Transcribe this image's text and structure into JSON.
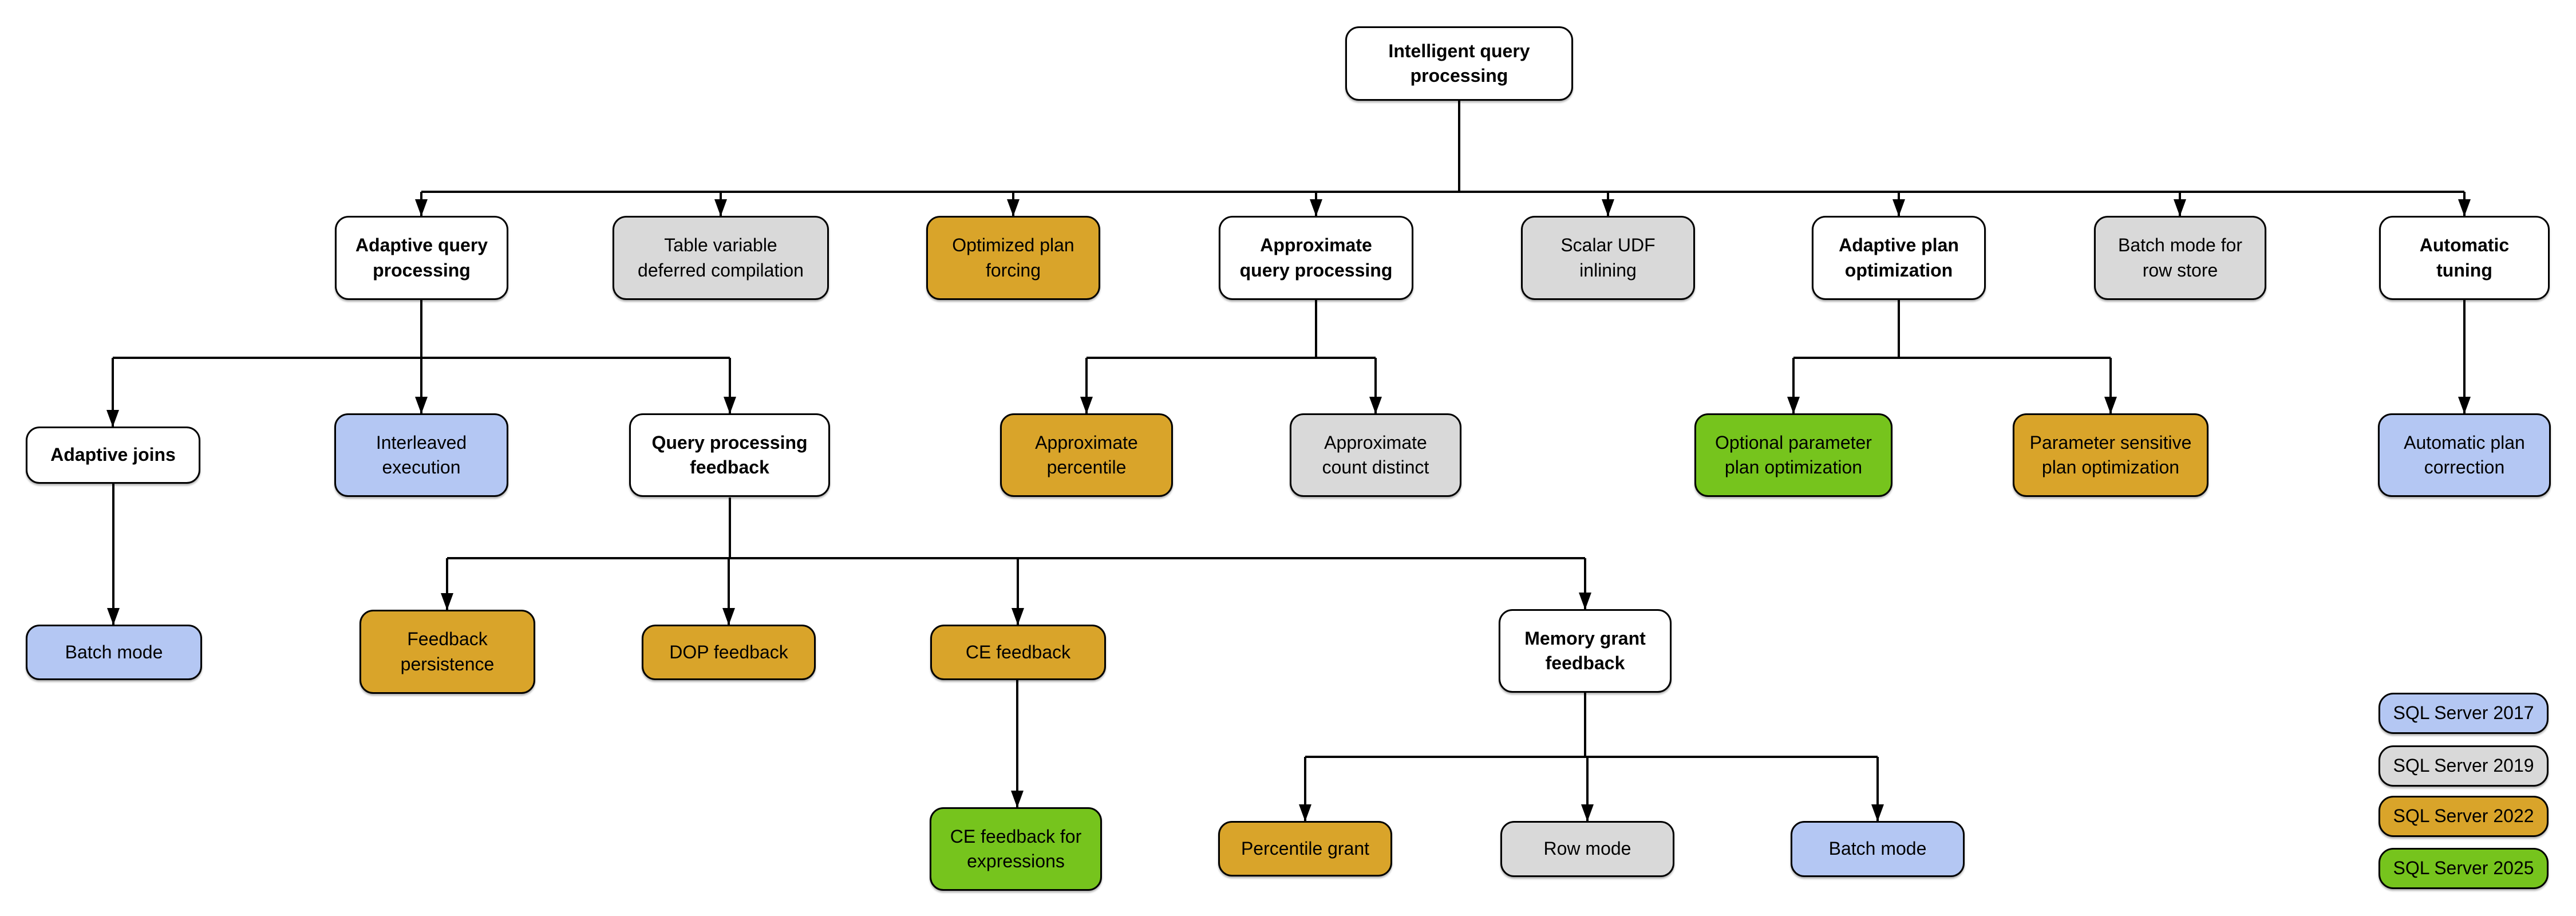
{
  "colors": {
    "plain": "#FFFFFF",
    "sql2017": "#B4C7F3",
    "sql2019": "#D9D9D9",
    "sql2022": "#D9A42A",
    "sql2025": "#76C41D",
    "border": "#000000",
    "connector": "#000000"
  },
  "nodes": {
    "root": {
      "label": "Intelligent query\nprocessing",
      "version": "plain"
    },
    "adaptive_query_processing": {
      "label": "Adaptive query\nprocessing",
      "version": "plain"
    },
    "table_variable_deferred_compilation": {
      "label": "Table variable\ndeferred compilation",
      "version": "sql2019"
    },
    "optimized_plan_forcing": {
      "label": "Optimized plan\nforcing",
      "version": "sql2022"
    },
    "approximate_query_processing": {
      "label": "Approximate\nquery processing",
      "version": "plain"
    },
    "scalar_udf_inlining": {
      "label": "Scalar UDF\ninlining",
      "version": "sql2019"
    },
    "adaptive_plan_optimization": {
      "label": "Adaptive plan\noptimization",
      "version": "plain"
    },
    "batch_mode_for_row_store": {
      "label": "Batch mode for\nrow store",
      "version": "sql2019"
    },
    "automatic_tuning": {
      "label": "Automatic\ntuning",
      "version": "plain"
    },
    "adaptive_joins": {
      "label": "Adaptive joins",
      "version": "plain"
    },
    "interleaved_execution": {
      "label": "Interleaved\nexecution",
      "version": "sql2017"
    },
    "query_processing_feedback": {
      "label": "Query processing\nfeedback",
      "version": "plain"
    },
    "approximate_percentile": {
      "label": "Approximate\npercentile",
      "version": "sql2022"
    },
    "approximate_count_distinct": {
      "label": "Approximate\ncount distinct",
      "version": "sql2019"
    },
    "optional_parameter_plan_optimization": {
      "label": "Optional parameter\nplan optimization",
      "version": "sql2025"
    },
    "parameter_sensitive_plan_optimization": {
      "label": "Parameter sensitive\nplan optimization",
      "version": "sql2022"
    },
    "automatic_plan_correction": {
      "label": "Automatic plan\ncorrection",
      "version": "sql2017"
    },
    "batch_mode_adaptive_joins": {
      "label": "Batch mode",
      "version": "sql2017"
    },
    "feedback_persistence": {
      "label": "Feedback\npersistence",
      "version": "sql2022"
    },
    "dop_feedback": {
      "label": "DOP feedback",
      "version": "sql2022"
    },
    "ce_feedback": {
      "label": "CE feedback",
      "version": "sql2022"
    },
    "memory_grant_feedback": {
      "label": "Memory grant\nfeedback",
      "version": "plain"
    },
    "ce_feedback_for_expressions": {
      "label": "CE feedback for\nexpressions",
      "version": "sql2025"
    },
    "percentile_grant": {
      "label": "Percentile grant",
      "version": "sql2022"
    },
    "row_mode": {
      "label": "Row mode",
      "version": "sql2019"
    },
    "batch_mode_memory_grant": {
      "label": "Batch mode",
      "version": "sql2017"
    }
  },
  "legend": {
    "items": [
      {
        "label": "SQL Server 2017",
        "version": "sql2017"
      },
      {
        "label": "SQL Server 2019",
        "version": "sql2019"
      },
      {
        "label": "SQL Server 2022",
        "version": "sql2022"
      },
      {
        "label": "SQL Server 2025",
        "version": "sql2025"
      }
    ]
  }
}
